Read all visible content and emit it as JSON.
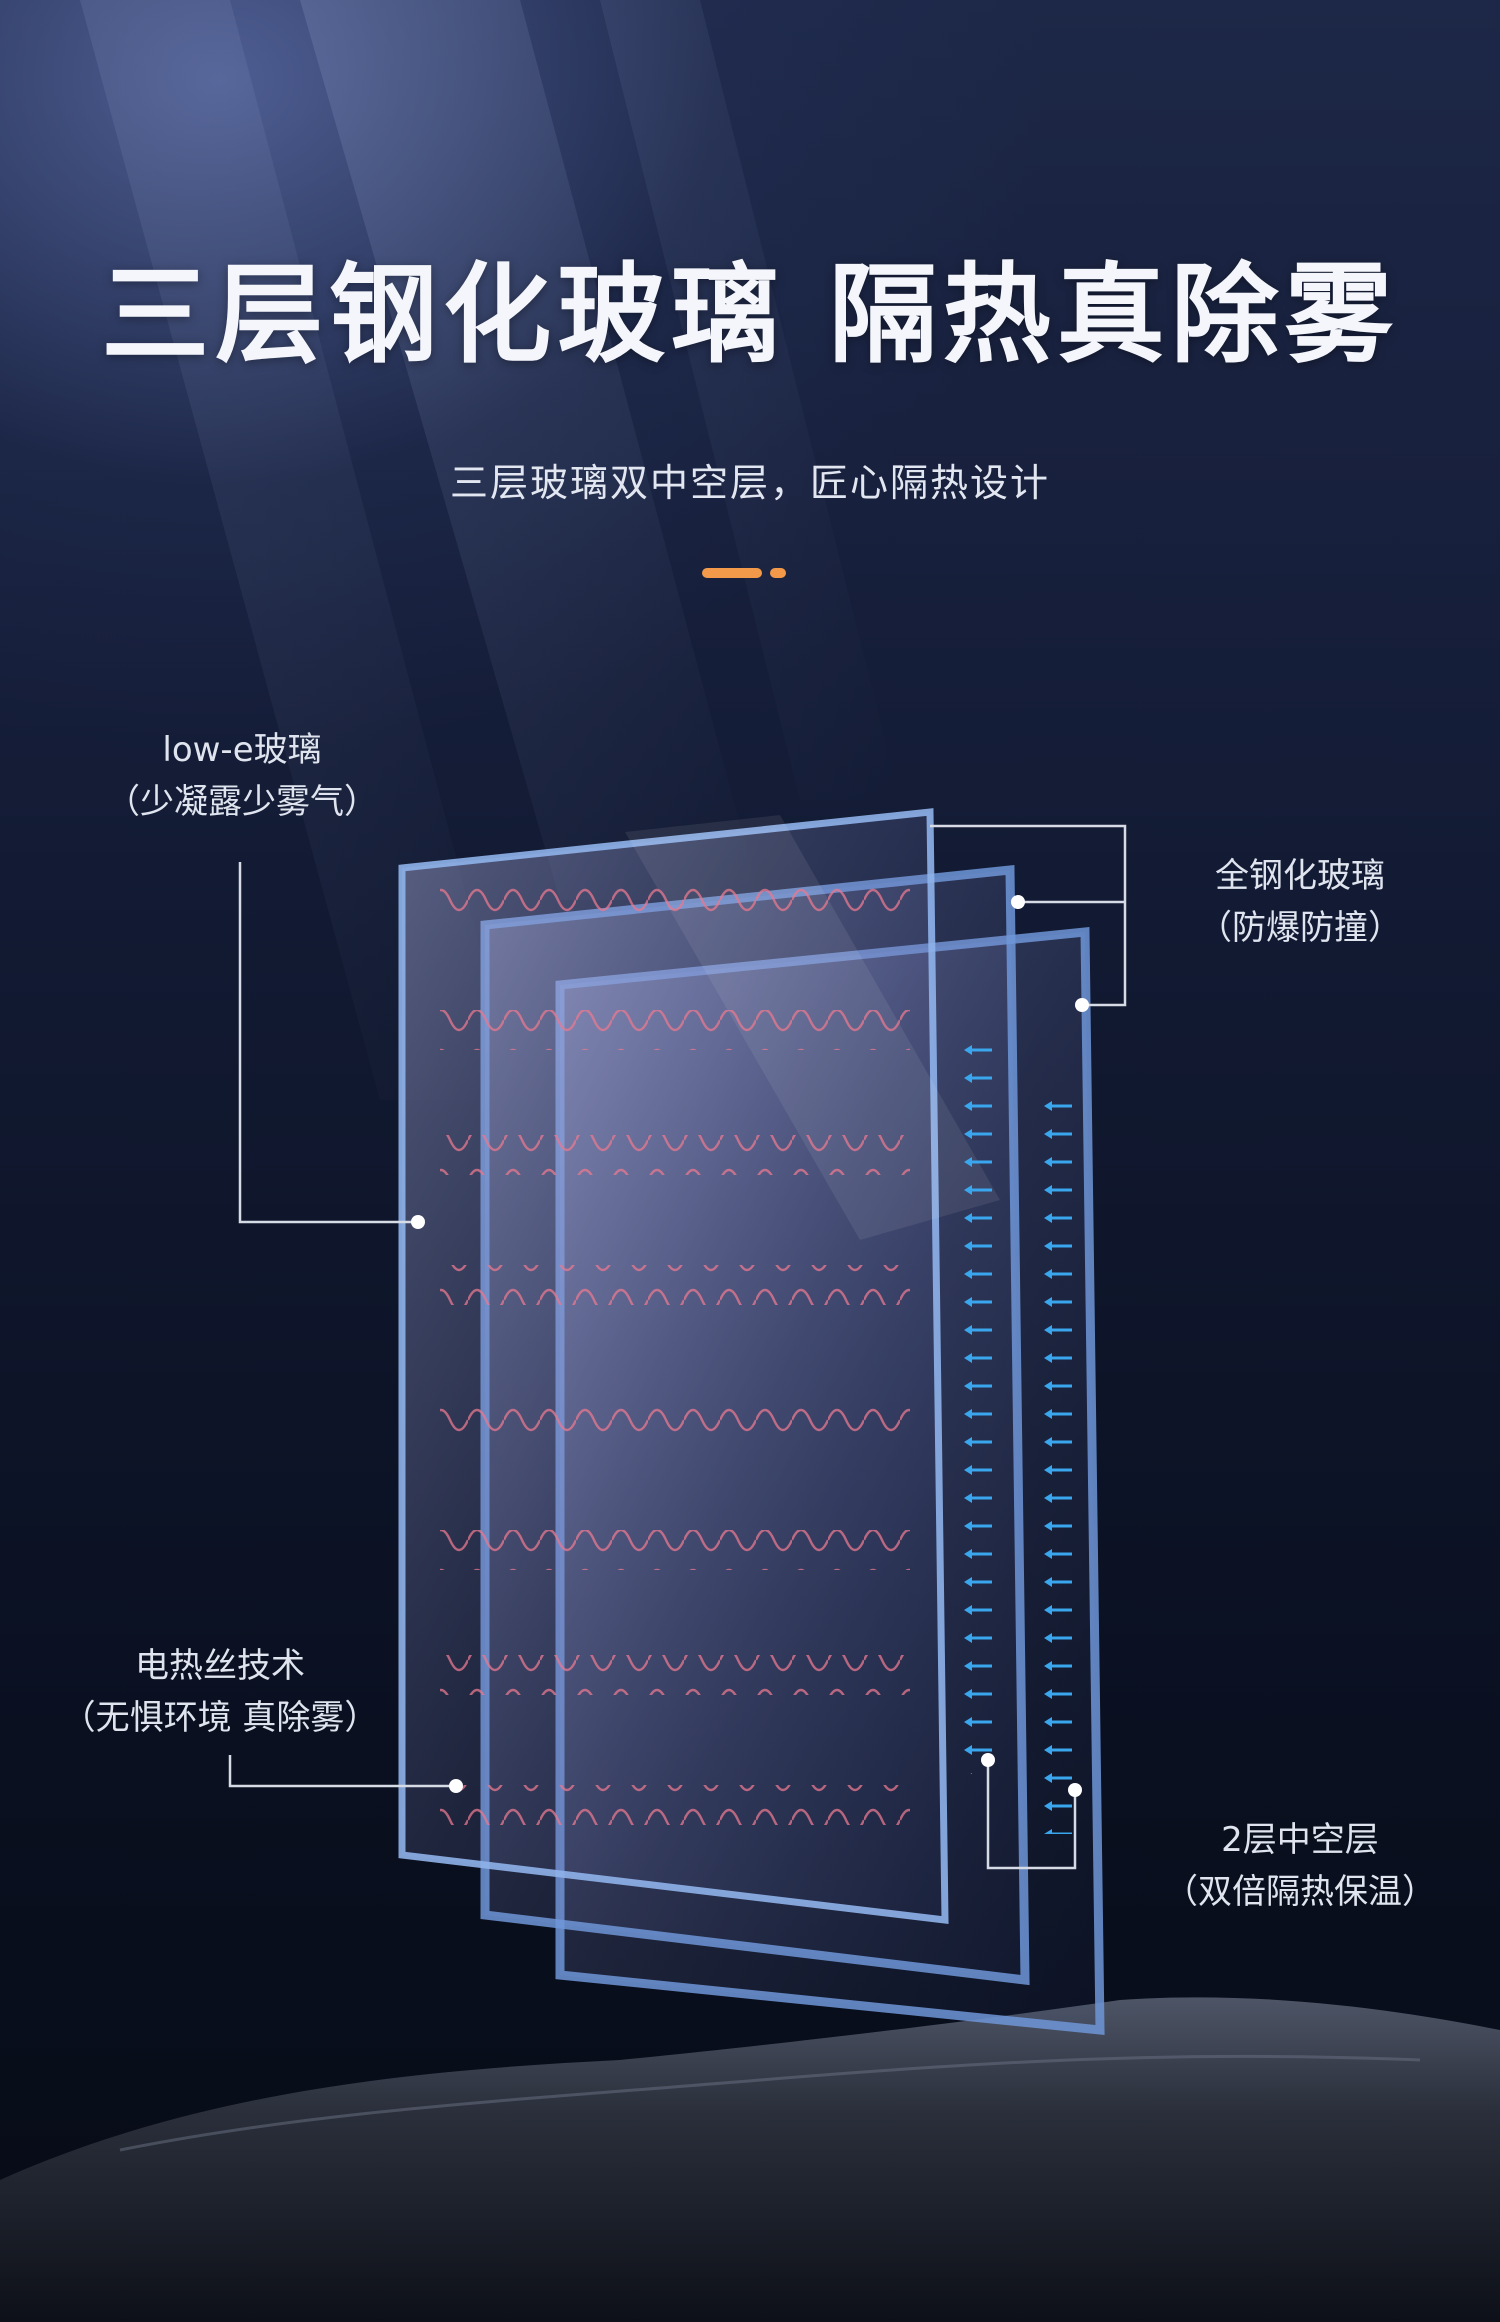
{
  "header": {
    "title": "三层钢化玻璃 隔热真除雾",
    "subtitle": "三层玻璃双中空层，匠心隔热设计"
  },
  "callouts": {
    "lowe": {
      "name": "low-e玻璃",
      "note": "（少凝露少雾气）"
    },
    "tempered": {
      "name": "全钢化玻璃",
      "note": "（防爆防撞）"
    },
    "heating": {
      "name": "电热丝技术",
      "note": "（无惧环境 真除雾）"
    },
    "hollow": {
      "name": "2层中空层",
      "note": "（双倍隔热保温）"
    }
  },
  "colors": {
    "background": "#0b1122",
    "accent": "#f29a4a",
    "heat_wave": "#e8788f",
    "air_arrow": "#3aa6ee",
    "glass_edge": "#6e96d8"
  }
}
